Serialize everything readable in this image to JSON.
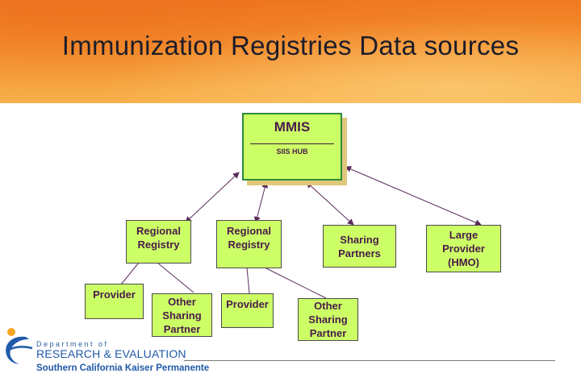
{
  "title": "Immunization Registries Data sources",
  "hub": {
    "title": "MMIS",
    "subtitle": "SIIS HUB"
  },
  "nodes": {
    "regional_registry_1": "Regional\nRegistry",
    "regional_registry_2": "Regional\nRegistry",
    "sharing_partners": "Sharing\nPartners",
    "large_provider": "Large\nProvider\n(HMO)",
    "provider_1": "Provider",
    "other_sharing_partner_1": "Other\nSharing\nPartner",
    "provider_2": "Provider",
    "other_sharing_partner_2": "Other\nSharing\nPartner"
  },
  "footer": {
    "dept_line": "Department of",
    "dept_name": "RESEARCH & EVALUATION",
    "org_name": "Southern California Kaiser Permanente"
  },
  "colors": {
    "box_fill": "#ccff66",
    "hub_border": "#2d8a3e",
    "text": "#4a1a4a",
    "arrow": "#5a2a5a",
    "header_orange": "#f07a22",
    "logo_blue": "#1f5aa8",
    "logo_orange": "#f5a623"
  }
}
